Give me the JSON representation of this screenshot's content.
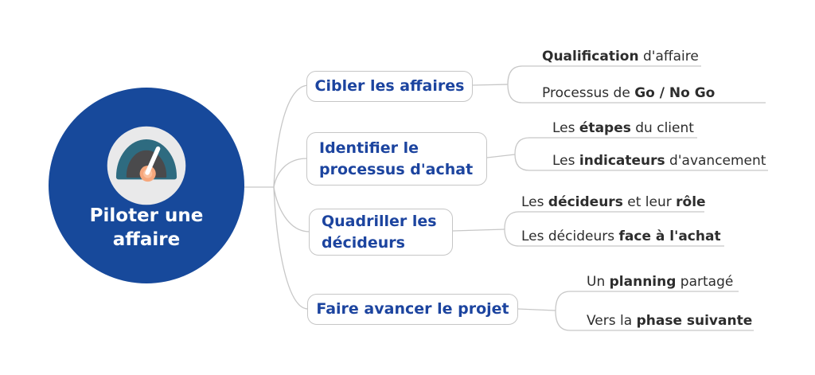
{
  "palette": {
    "background": "#ffffff",
    "central_blue": "#17499b",
    "node_text_blue": "#1c449f",
    "leaf_text": "#2d2d2d",
    "connector_gray": "#c7c7c7",
    "node_border": "#c6c6c6",
    "gauge_bg": "#e9e9ea",
    "gauge_teal": "#2e6b80",
    "gauge_dark": "#4a4a4c",
    "gauge_needle": "#ffffff",
    "gauge_pivot": "#f6a77c"
  },
  "central_node": {
    "title": "Piloter une\naffaire",
    "icon": "gauge-icon"
  },
  "branches": [
    {
      "label": "Cibler les affaires",
      "leaves": [
        {
          "segments": [
            {
              "t": "Qualification",
              "b": true
            },
            {
              "t": " d'affaire",
              "b": false
            }
          ]
        },
        {
          "segments": [
            {
              "t": "Processus de ",
              "b": false
            },
            {
              "t": "Go / No Go",
              "b": true
            }
          ]
        }
      ]
    },
    {
      "label": "Identifier le\nprocessus d'achat",
      "leaves": [
        {
          "segments": [
            {
              "t": "Les ",
              "b": false
            },
            {
              "t": "étapes",
              "b": true
            },
            {
              "t": " du client",
              "b": false
            }
          ]
        },
        {
          "segments": [
            {
              "t": "Les ",
              "b": false
            },
            {
              "t": "indicateurs",
              "b": true
            },
            {
              "t": " d'avancement",
              "b": false
            }
          ]
        }
      ]
    },
    {
      "label": "Quadriller les\ndécideurs",
      "leaves": [
        {
          "segments": [
            {
              "t": "Les ",
              "b": false
            },
            {
              "t": "décideurs",
              "b": true
            },
            {
              "t": " et leur ",
              "b": false
            },
            {
              "t": "rôle",
              "b": true
            }
          ]
        },
        {
          "segments": [
            {
              "t": "Les décideurs ",
              "b": false
            },
            {
              "t": "face à l'achat",
              "b": true
            }
          ]
        }
      ]
    },
    {
      "label": "Faire avancer le projet",
      "leaves": [
        {
          "segments": [
            {
              "t": "Un ",
              "b": false
            },
            {
              "t": "planning",
              "b": true
            },
            {
              "t": " partagé",
              "b": false
            }
          ]
        },
        {
          "segments": [
            {
              "t": "Vers la ",
              "b": false
            },
            {
              "t": "phase suivante",
              "b": true
            }
          ]
        }
      ]
    }
  ]
}
